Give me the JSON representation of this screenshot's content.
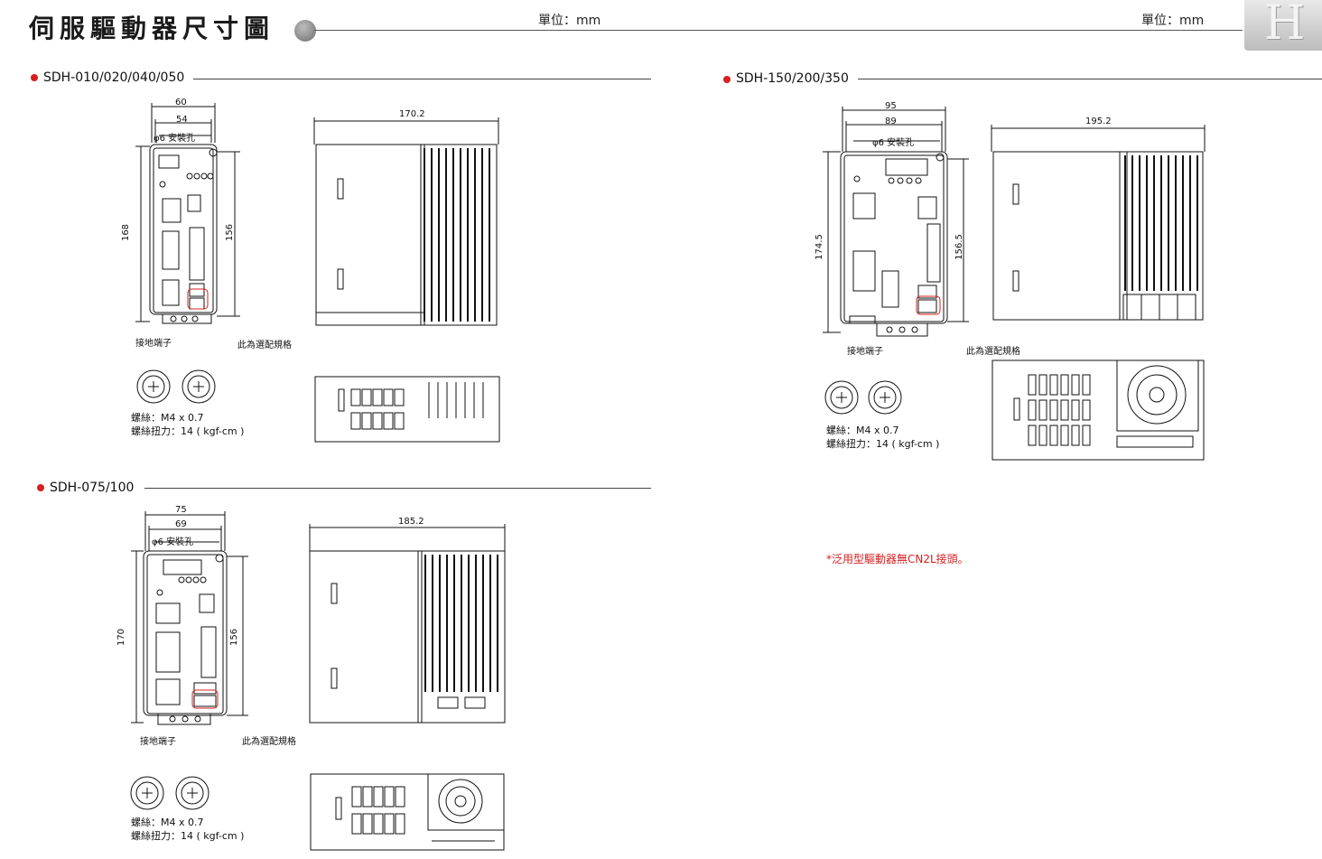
{
  "header": {
    "title": "伺服驅動器尺寸圖",
    "unit_label_1": "單位：mm",
    "unit_label_2": "單位：mm",
    "corner_letter": "H",
    "accent_color": "#d42020"
  },
  "sections": [
    {
      "title": "SDH-010/020/040/050",
      "dims": {
        "front_width": "60",
        "inner_width": "54",
        "height": "168",
        "inner_height": "156",
        "side_depth": "170.2"
      },
      "hole_label": "φ6 安裝孔",
      "ground_label": "接地端子",
      "option_label": "此為選配規格",
      "screw_spec": "螺絲：M4 x 0.7",
      "screw_torque": "螺絲扭力：14 ( kgf-cm )"
    },
    {
      "title": "SDH-075/100",
      "dims": {
        "front_width": "75",
        "inner_width": "69",
        "height": "170",
        "inner_height": "156",
        "side_depth": "185.2"
      },
      "hole_label": "φ6 安裝孔",
      "ground_label": "接地端子",
      "option_label": "此為選配規格",
      "screw_spec": "螺絲：M4 x 0.7",
      "screw_torque": "螺絲扭力：14 ( kgf-cm )"
    },
    {
      "title": "SDH-150/200/350",
      "dims": {
        "front_width": "95",
        "inner_width": "89",
        "height": "174.5",
        "inner_height": "156.5",
        "side_depth": "195.2"
      },
      "hole_label": "φ6 安裝孔",
      "ground_label": "接地端子",
      "option_label": "此為選配規格",
      "screw_spec": "螺絲：M4 x 0.7",
      "screw_torque": "螺絲扭力：14 ( kgf-cm )"
    }
  ],
  "note": "*泛用型驅動器無CN2L接頭。"
}
